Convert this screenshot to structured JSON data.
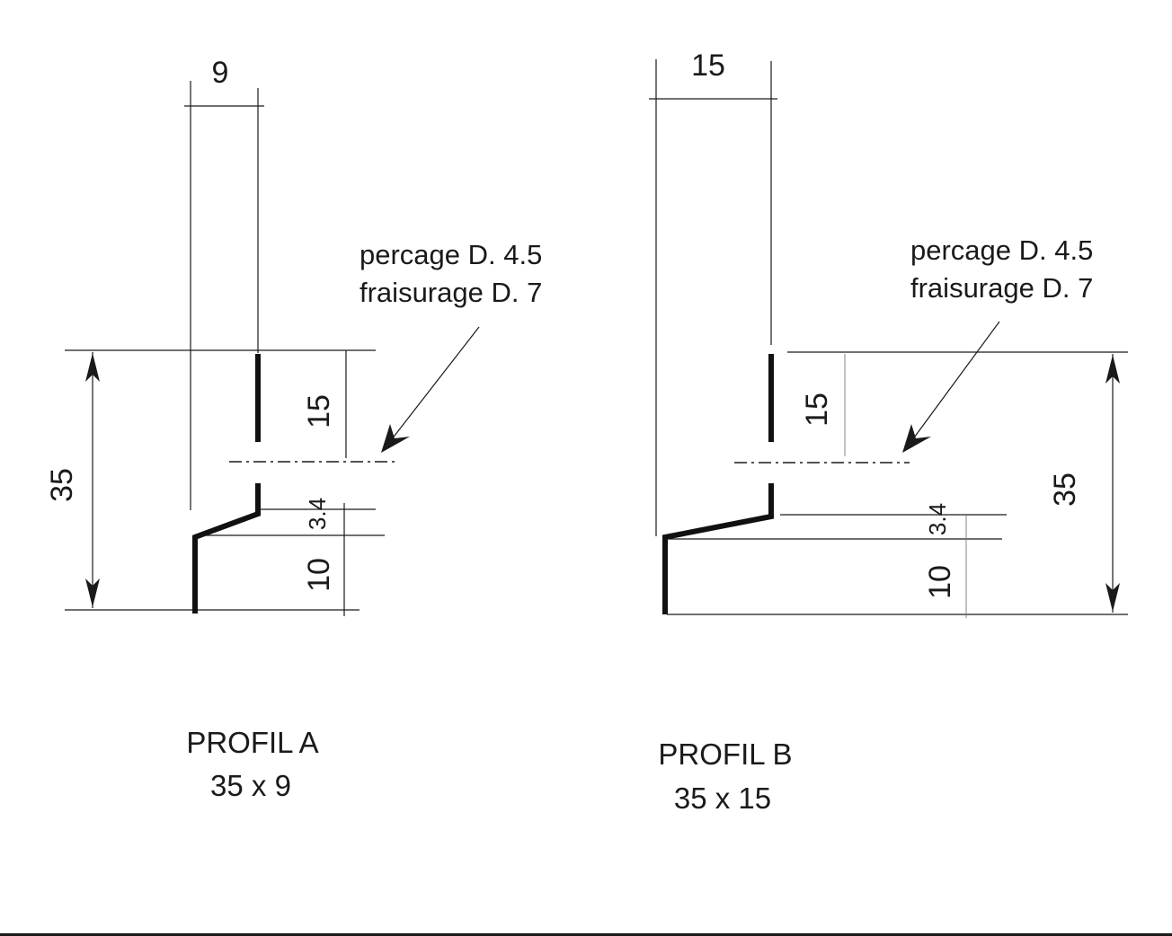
{
  "profile_a": {
    "dim_width": "9",
    "dim_total_height": "35",
    "dim_upper": "15",
    "dim_offset": "3.4",
    "dim_lower": "10",
    "note_line1": "percage D. 4.5",
    "note_line2": "fraisurage D. 7",
    "title": "PROFIL A",
    "size": "35 x 9"
  },
  "profile_b": {
    "dim_width": "15",
    "dim_total_height": "35",
    "dim_upper": "15",
    "dim_offset": "3.4",
    "dim_lower": "10",
    "note_line1": "percage D. 4.5",
    "note_line2": "fraisurage D. 7",
    "title": "PROFIL B",
    "size": "35 x 15"
  },
  "colors": {
    "ink": "#1a1a1a",
    "background": "#ffffff"
  }
}
